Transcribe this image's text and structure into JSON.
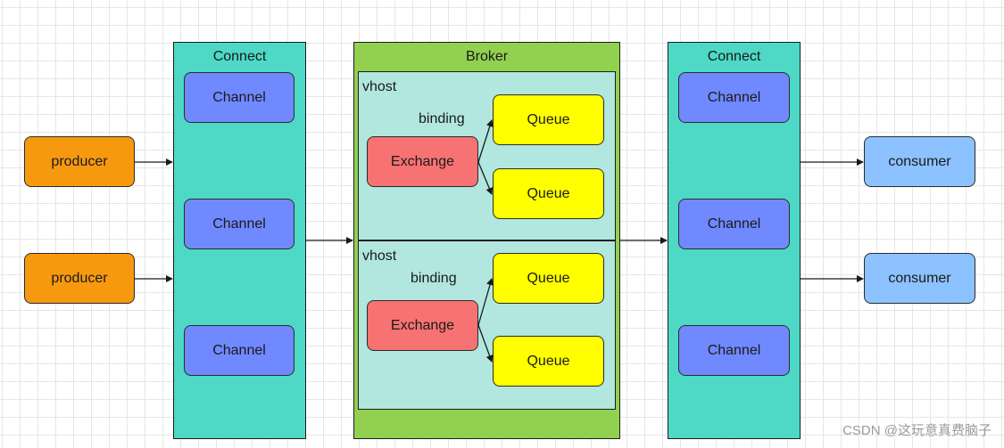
{
  "producers": [
    {
      "label": "producer"
    },
    {
      "label": "producer"
    }
  ],
  "consumers": [
    {
      "label": "consumer"
    },
    {
      "label": "consumer"
    }
  ],
  "left_connect": {
    "title": "Connect",
    "channels": [
      "Channel",
      "Channel",
      "Channel"
    ]
  },
  "right_connect": {
    "title": "Connect",
    "channels": [
      "Channel",
      "Channel",
      "Channel"
    ]
  },
  "broker": {
    "title": "Broker",
    "vhosts": [
      {
        "label": "vhost",
        "binding": "binding",
        "exchange": "Exchange",
        "queues": [
          "Queue",
          "Queue"
        ]
      },
      {
        "label": "vhost",
        "binding": "binding",
        "exchange": "Exchange",
        "queues": [
          "Queue",
          "Queue"
        ]
      }
    ]
  },
  "watermark": "CSDN @这玩意真费脑子",
  "colors": {
    "producer": "#f7990f",
    "consumer": "#8cc2ff",
    "channel": "#7089ff",
    "connect": "#4dd9c5",
    "broker": "#92d050",
    "vhost": "#b1e7de",
    "exchange": "#f77272",
    "queue": "#ffff00"
  }
}
